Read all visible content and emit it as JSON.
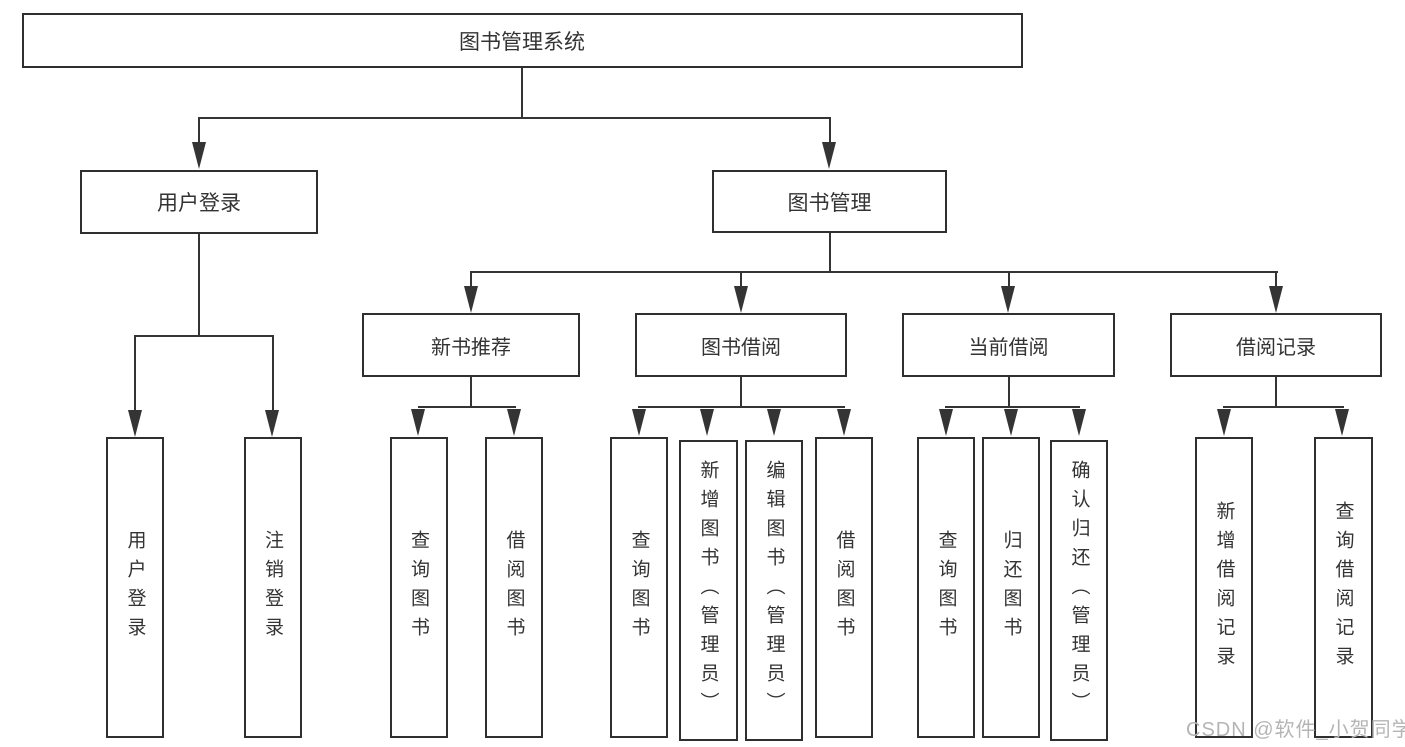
{
  "diagram_title": "图书管理系统",
  "nodes": {
    "root": {
      "label": "图书管理系统"
    },
    "user_login": {
      "label": "用户登录"
    },
    "book_mgmt": {
      "label": "图书管理"
    },
    "new_rec": {
      "label": "新书推荐"
    },
    "borrow": {
      "label": "图书借阅"
    },
    "current": {
      "label": "当前借阅"
    },
    "record": {
      "label": "借阅记录"
    },
    "ul_login": {
      "label": "用户登录"
    },
    "ul_logout": {
      "label": "注销登录"
    },
    "nb_query": {
      "label": "查询图书"
    },
    "nb_borrow": {
      "label": "借阅图书"
    },
    "bb_query": {
      "label": "查询图书"
    },
    "bb_add": {
      "label": "新增图书（管理员）"
    },
    "bb_edit": {
      "label": "编辑图书（管理员）"
    },
    "bb_borrow": {
      "label": "借阅图书"
    },
    "cb_query": {
      "label": "查询图书"
    },
    "cb_return": {
      "label": "归还图书"
    },
    "cb_confirm": {
      "label": "确认归还（管理员）"
    },
    "br_add": {
      "label": "新增借阅记录"
    },
    "br_query": {
      "label": "查询借阅记录"
    }
  },
  "structure": {
    "root": {
      "user_login": [
        "ul_login",
        "ul_logout"
      ],
      "book_mgmt": {
        "new_rec": [
          "nb_query",
          "nb_borrow"
        ],
        "borrow": [
          "bb_query",
          "bb_add",
          "bb_edit",
          "bb_borrow"
        ],
        "current": [
          "cb_query",
          "cb_return",
          "cb_confirm"
        ],
        "record": [
          "br_add",
          "br_query"
        ]
      }
    }
  },
  "watermark": {
    "text": "CSDN @软件_小贺同学"
  },
  "colors": {
    "background": "#ffffff",
    "box_fill": "#ffffff",
    "box_border": "#2f2f2f",
    "line": "#343434",
    "text": "#333333",
    "watermark": "#b5b5b5"
  }
}
